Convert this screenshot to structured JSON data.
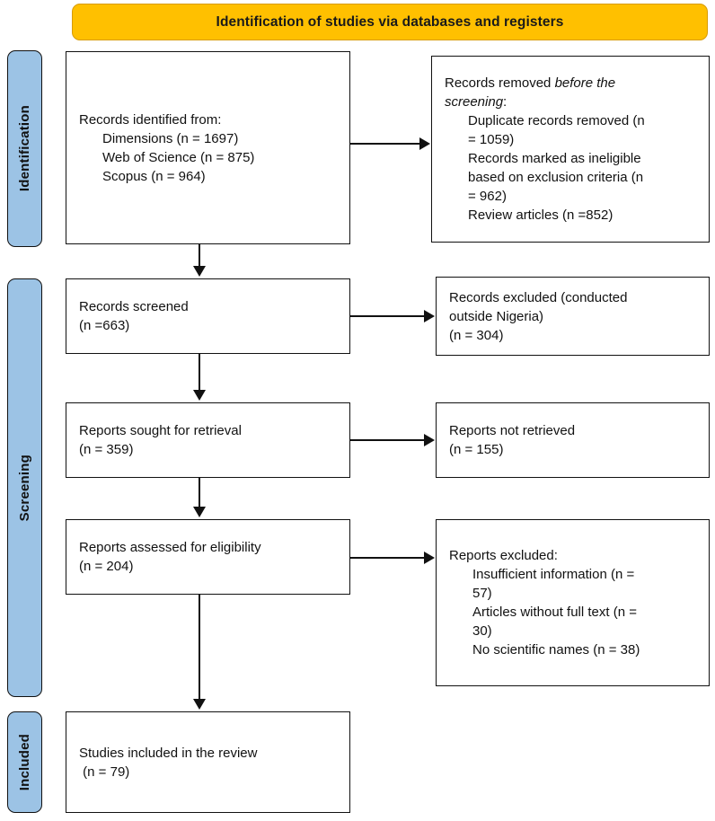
{
  "banner": {
    "title": "Identification of studies via databases and registers"
  },
  "colors": {
    "banner_fill": "#FFC000",
    "banner_border": "#d89b00",
    "stage_fill": "#9CC3E5",
    "stroke": "#111111",
    "box_fill": "#FFFFFF"
  },
  "stages": [
    {
      "key": "identification",
      "label": "Identification"
    },
    {
      "key": "screening",
      "label": "Screening"
    },
    {
      "key": "included",
      "label": "Included"
    }
  ],
  "boxes": {
    "identified": {
      "name": "records-identified",
      "lines": [
        {
          "text": "Records identified from:",
          "indent": false
        },
        {
          "text": "Dimensions (n = 1697)",
          "indent": true
        },
        {
          "text": "Web of Science (n = 875)",
          "indent": true
        },
        {
          "text": "Scopus (n = 964)",
          "indent": true
        }
      ]
    },
    "removed": {
      "name": "records-removed-before-screening",
      "lines": [
        {
          "text": "Records removed ",
          "italic_tail": "before the",
          "indent": false
        },
        {
          "text": "",
          "italic_lead": "screening",
          "tail": ":",
          "indent": false
        },
        {
          "text": "Duplicate records removed (n",
          "indent": true
        },
        {
          "text": "= 1059)",
          "indent": true
        },
        {
          "text": "Records marked as ineligible",
          "indent": true
        },
        {
          "text": "based on exclusion criteria (n",
          "indent": true
        },
        {
          "text": "= 962)",
          "indent": true
        },
        {
          "text": "Review articles (n =852)",
          "indent": true
        }
      ]
    },
    "screened": {
      "name": "records-screened",
      "lines": [
        {
          "text": "Records screened",
          "indent": false
        },
        {
          "text": "(n =663)",
          "indent": false
        }
      ]
    },
    "excluded_screening": {
      "name": "records-excluded",
      "lines": [
        {
          "text": "Records excluded (conducted",
          "indent": false
        },
        {
          "text": "outside Nigeria)",
          "indent": false
        },
        {
          "text": "(n = 304)",
          "indent": false
        }
      ]
    },
    "sought": {
      "name": "reports-sought-for-retrieval",
      "lines": [
        {
          "text": "Reports sought for retrieval",
          "indent": false
        },
        {
          "text": "(n = 359)",
          "indent": false
        }
      ]
    },
    "not_retrieved": {
      "name": "reports-not-retrieved",
      "lines": [
        {
          "text": "Reports not retrieved",
          "indent": false
        },
        {
          "text": "(n = 155)",
          "indent": false
        }
      ]
    },
    "assessed": {
      "name": "reports-assessed-for-eligibility",
      "lines": [
        {
          "text": "Reports assessed for eligibility",
          "indent": false
        },
        {
          "text": "(n = 204)",
          "indent": false
        }
      ]
    },
    "excluded_reports": {
      "name": "reports-excluded",
      "lines": [
        {
          "text": "Reports excluded:",
          "indent": false
        },
        {
          "text": "Insufficient information (n =",
          "indent": true
        },
        {
          "text": "57)",
          "indent": true
        },
        {
          "text": "Articles without full text (n =",
          "indent": true
        },
        {
          "text": "30)",
          "indent": true
        },
        {
          "text": "No scientific names (n = 38)",
          "indent": true
        }
      ]
    },
    "included": {
      "name": "studies-included-in-review",
      "lines": [
        {
          "text": "Studies included in the review",
          "indent": false
        },
        {
          "text": " (n = 79)",
          "indent": false
        }
      ]
    }
  },
  "flow_counts": {
    "dimensions": 1697,
    "web_of_science": 875,
    "scopus": 964,
    "duplicates_removed": 1059,
    "marked_ineligible": 962,
    "review_articles": 852,
    "screened": 663,
    "excluded_outside_nigeria": 304,
    "sought_for_retrieval": 359,
    "not_retrieved": 155,
    "assessed_for_eligibility": 204,
    "insufficient_information": 57,
    "without_full_text": 30,
    "no_scientific_names": 38,
    "included": 79
  }
}
